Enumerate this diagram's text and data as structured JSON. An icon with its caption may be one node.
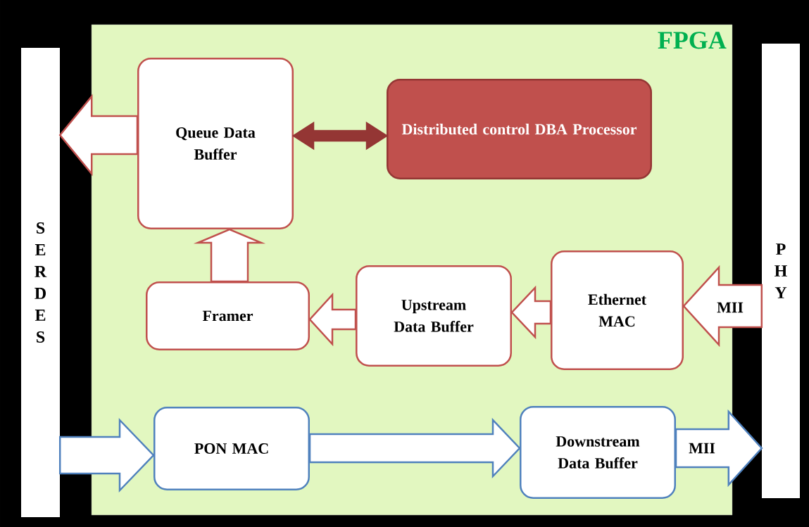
{
  "diagram": {
    "nodes": [
      {
        "text": [
          "FPGA"
        ]
      },
      {
        "text": [
          "S E R D E S"
        ]
      },
      {
        "text": [
          "P H Y"
        ]
      },
      {
        "text": [
          "Queue Data Buffer"
        ],
        "in": 0
      },
      {
        "text": [
          "Distributed control DBA Processor"
        ],
        "in": 0
      },
      {
        "text": [
          "Framer"
        ],
        "in": 0
      },
      {
        "text": [
          "Upstream Data Buffer"
        ],
        "in": 0
      },
      {
        "text": [
          "Ethernet MAC"
        ],
        "in": 0
      },
      {
        "text": [
          "PON MAC"
        ],
        "in": 0
      },
      {
        "text": [
          "Downstream Data Buffer"
        ],
        "in": 0
      }
    ],
    "edges": [
      {
        "from": 3,
        "to": 1,
        "arrow": "to"
      },
      {
        "from": 3,
        "to": 4,
        "arrow": "both",
        "style": "thick",
        "color": "#943634"
      },
      {
        "from": 5,
        "to": 3,
        "arrow": "to"
      },
      {
        "from": 6,
        "to": 5,
        "arrow": "to"
      },
      {
        "from": 7,
        "to": 6,
        "arrow": "to"
      },
      {
        "from": 2,
        "to": 7,
        "arrow": "to",
        "label": "MII"
      },
      {
        "from": 1,
        "to": 8,
        "arrow": "to",
        "color": "#4f81bd"
      },
      {
        "from": 8,
        "to": 9,
        "arrow": "to",
        "color": "#4f81bd"
      },
      {
        "from": 9,
        "to": 2,
        "arrow": "to",
        "label": "MII",
        "color": "#4f81bd"
      }
    ]
  }
}
